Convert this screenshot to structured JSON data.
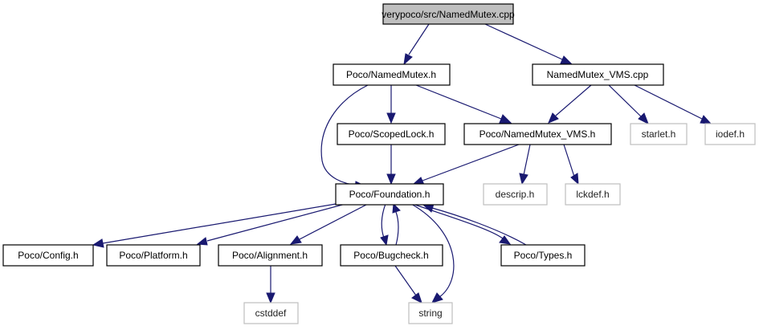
{
  "diagram": {
    "type": "include-dependency-graph",
    "colors": {
      "edge": "#191970",
      "root_fill": "#bfbfbf",
      "external_border": "#bfbfbf",
      "node_border": "#000000"
    },
    "nodes": {
      "root": "verypoco/src/NamedMutex.cpp",
      "named_mutex_h": "Poco/NamedMutex.h",
      "named_mutex_vms_cpp": "NamedMutex_VMS.cpp",
      "scoped_lock_h": "Poco/ScopedLock.h",
      "named_mutex_vms_h": "Poco/NamedMutex_VMS.h",
      "starlet_h": "starlet.h",
      "iodef_h": "iodef.h",
      "foundation_h": "Poco/Foundation.h",
      "descrip_h": "descrip.h",
      "lckdef_h": "lckdef.h",
      "config_h": "Poco/Config.h",
      "platform_h": "Poco/Platform.h",
      "alignment_h": "Poco/Alignment.h",
      "bugcheck_h": "Poco/Bugcheck.h",
      "types_h": "Poco/Types.h",
      "cstddef": "cstddef",
      "string": "string"
    },
    "edges": [
      [
        "root",
        "named_mutex_h"
      ],
      [
        "root",
        "named_mutex_vms_cpp"
      ],
      [
        "named_mutex_h",
        "foundation_h"
      ],
      [
        "named_mutex_h",
        "scoped_lock_h"
      ],
      [
        "named_mutex_h",
        "named_mutex_vms_h"
      ],
      [
        "named_mutex_vms_cpp",
        "named_mutex_vms_h"
      ],
      [
        "named_mutex_vms_cpp",
        "starlet_h"
      ],
      [
        "named_mutex_vms_cpp",
        "iodef_h"
      ],
      [
        "scoped_lock_h",
        "foundation_h"
      ],
      [
        "named_mutex_vms_h",
        "foundation_h"
      ],
      [
        "named_mutex_vms_h",
        "descrip_h"
      ],
      [
        "named_mutex_vms_h",
        "lckdef_h"
      ],
      [
        "foundation_h",
        "config_h"
      ],
      [
        "foundation_h",
        "platform_h"
      ],
      [
        "foundation_h",
        "alignment_h"
      ],
      [
        "foundation_h",
        "bugcheck_h"
      ],
      [
        "foundation_h",
        "types_h"
      ],
      [
        "foundation_h",
        "string"
      ],
      [
        "bugcheck_h",
        "foundation_h"
      ],
      [
        "bugcheck_h",
        "string"
      ],
      [
        "types_h",
        "foundation_h"
      ],
      [
        "alignment_h",
        "cstddef"
      ]
    ]
  }
}
